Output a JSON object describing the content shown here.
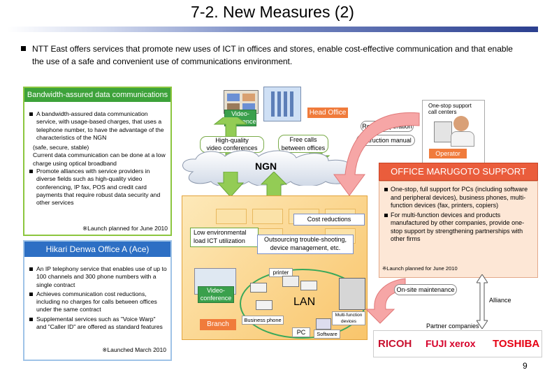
{
  "title": "7-2. New Measures (2)",
  "intro": "NTT East offers services that promote new uses of ICT in offices and stores, enable cost-effective communication and that enable the use of a safe and convenient use of communications environment.",
  "bandwidth": {
    "header": "Bandwidth-assured data communications",
    "item1": "A bandwidth-assured data communication service, with usage-based charges, that uses a telephone number, to have the advantage of the characteristics of the NGN",
    "item1b": "(safe, secure, stable)",
    "item1c": "Current data communication can be done at a low charge using optical broadband",
    "item2": "Promote alliances with service providers in diverse fields such as high-quality video conferencing, IP fax, POS and credit card payments that require robust data security and other services",
    "note": "※Launch planned for June 2010"
  },
  "hikari": {
    "header": "Hikari Denwa Office A (Ace)",
    "item1": "An IP telephony service that enables use of up to 100 channels and 300 phone numbers with a single contract",
    "item2": "Achieves communication cost reductions, including no charges for calls between offices under the same contract",
    "item3": "Supplemental services such as \"Voice Warp\" and \"Caller ID\" are offered as standard features",
    "note": "※Launched March 2010"
  },
  "diagram": {
    "video_conference_top": "Video-\nconference",
    "head_office": "Head Office",
    "hq_video": "High-quality\nvideo conferences",
    "free_calls": "Free calls\nbetween offices",
    "ngn": "NGN",
    "cost_reductions": "Cost reductions",
    "low_env": "Low environmental\nload ICT utilization",
    "outsourcing": "Outsourcing trouble-shooting,\ndevice management, etc.",
    "video_conference_branch": "Video-\nconference",
    "branch": "Branch",
    "printer": "printer",
    "lan": "LAN",
    "business_phone": "Business phone",
    "multifunction": "Multi-function\ndevices",
    "pc": "PC",
    "software": "Software",
    "remote_operation": "Remote operation",
    "instruction_manual": "Instruction manual",
    "one_stop": "One-stop support\ncall centers",
    "operator": "Operator",
    "onsite": "On-site maintenance",
    "alliance": "Alliance",
    "partner": "Partner companies"
  },
  "marugoto": {
    "header": "OFFICE MARUGOTO SUPPORT",
    "item1": "One-stop, full support for PCs (including software and peripheral devices), business phones, multi-function devices (fax, printers, copiers)",
    "item2": "For multi-function devices and products manufactured by other companies, provide one-stop support by strengthening partnerships with other firms",
    "note": "※Launch planned for June 2010"
  },
  "logos": {
    "ricoh": "RICOH",
    "fujixerox": "FUJI xerox",
    "toshiba": "TOSHIBA"
  },
  "colors": {
    "green": "#3da23a",
    "blue": "#2d6fc4",
    "orange": "#ea5d3c",
    "navy": "#2b3f8f"
  },
  "page_number": "9"
}
